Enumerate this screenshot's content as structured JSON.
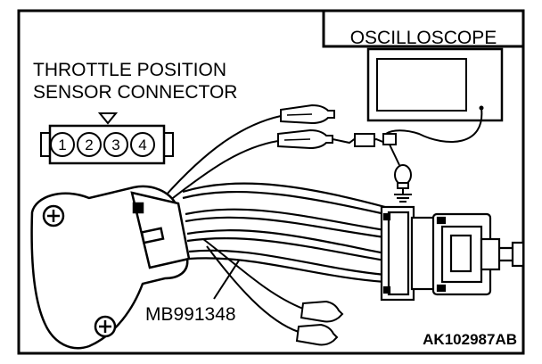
{
  "labels": {
    "oscilloscope": "OSCILLOSCOPE",
    "connector_line1": "THROTTLE POSITION",
    "connector_line2": "SENSOR CONNECTOR",
    "harness_part": "MB991348",
    "figure_code": "AK102987AB"
  },
  "connector": {
    "pins": [
      "1",
      "2",
      "3",
      "4"
    ]
  },
  "colors": {
    "ink": "#000000",
    "paper": "#ffffff"
  }
}
